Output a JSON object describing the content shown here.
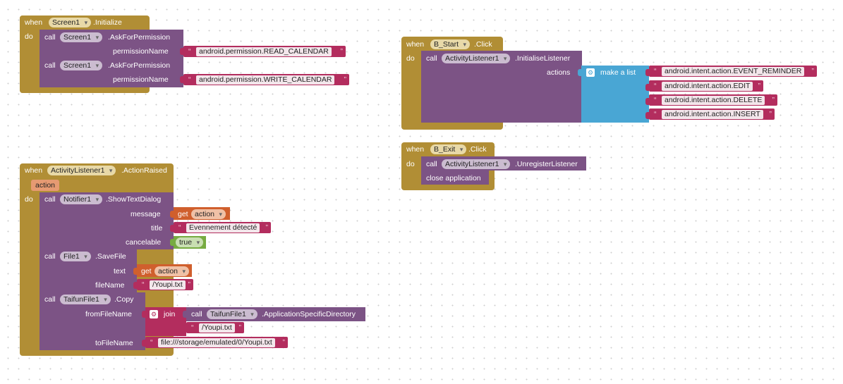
{
  "kw": {
    "when": "when",
    "do": "do",
    "call": "call",
    "get": "get"
  },
  "init": {
    "component": "Screen1",
    "event": ".Initialize",
    "call1": {
      "component": "Screen1",
      "method": ".AskForPermission",
      "param": "permissionName",
      "value": "android.permission.READ_CALENDAR"
    },
    "call2": {
      "component": "Screen1",
      "method": ".AskForPermission",
      "param": "permissionName",
      "value": "android.permission.WRITE_CALENDAR"
    }
  },
  "start": {
    "component": "B_Start",
    "event": ".Click",
    "call": {
      "component": "ActivityListener1",
      "method": ".InitialiseListener",
      "param": "actions"
    },
    "list_label": "make a list",
    "items": [
      "android.intent.action.EVENT_REMINDER",
      "android.intent.action.EDIT",
      "android.intent.action.DELETE",
      "android.intent.action.INSERT"
    ]
  },
  "exit": {
    "component": "B_Exit",
    "event": ".Click",
    "call": {
      "component": "ActivityListener1",
      "method": ".UnregisterListener"
    },
    "close": "close application"
  },
  "raised": {
    "component": "ActivityListener1",
    "event": ".ActionRaised",
    "param": "action",
    "dialog": {
      "component": "Notifier1",
      "method": ".ShowTextDialog",
      "p_message": "message",
      "p_title": "title",
      "p_cancelable": "cancelable",
      "msg_var": "action",
      "title": "Evennement détecté",
      "cancelable": "true"
    },
    "save": {
      "component": "File1",
      "method": ".SaveFile",
      "p_text": "text",
      "p_file": "fileName",
      "text_var": "action",
      "file": "/Youpi.txt"
    },
    "copy": {
      "component": "TaifunFile1",
      "method": ".Copy",
      "p_from": "fromFileName",
      "p_to": "toFileName",
      "join": "join",
      "inner": {
        "component": "TaifunFile1",
        "method": ".ApplicationSpecificDirectory"
      },
      "join_str": "/Youpi.txt",
      "to": "file:///storage/emulated/0/Youpi.txt"
    }
  },
  "colors": {
    "event": "#b18e35",
    "procedure": "#7c5385",
    "text": "#b32d5e",
    "list": "#49a6d4",
    "variable": "#d05f2d",
    "logic": "#77ab41"
  }
}
